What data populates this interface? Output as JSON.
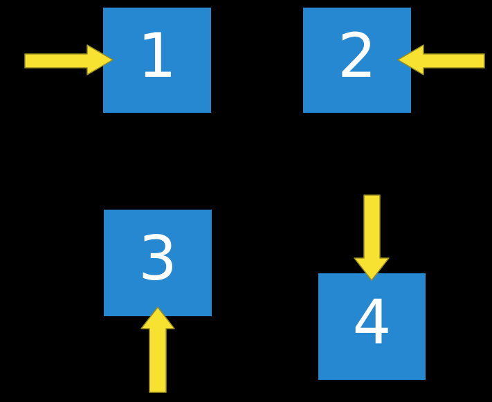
{
  "slide": {
    "background": "#000000",
    "colors": {
      "square_fill": "#2588d0",
      "square_label": "#ffffff",
      "arrow_fill": "#f7e232",
      "arrow_outline": "#9a8e20"
    },
    "squares": [
      {
        "label": "1",
        "arrow_direction": "right",
        "arrow_side": "left"
      },
      {
        "label": "2",
        "arrow_direction": "left",
        "arrow_side": "right"
      },
      {
        "label": "3",
        "arrow_direction": "up",
        "arrow_side": "bottom"
      },
      {
        "label": "4",
        "arrow_direction": "down",
        "arrow_side": "top"
      }
    ]
  }
}
